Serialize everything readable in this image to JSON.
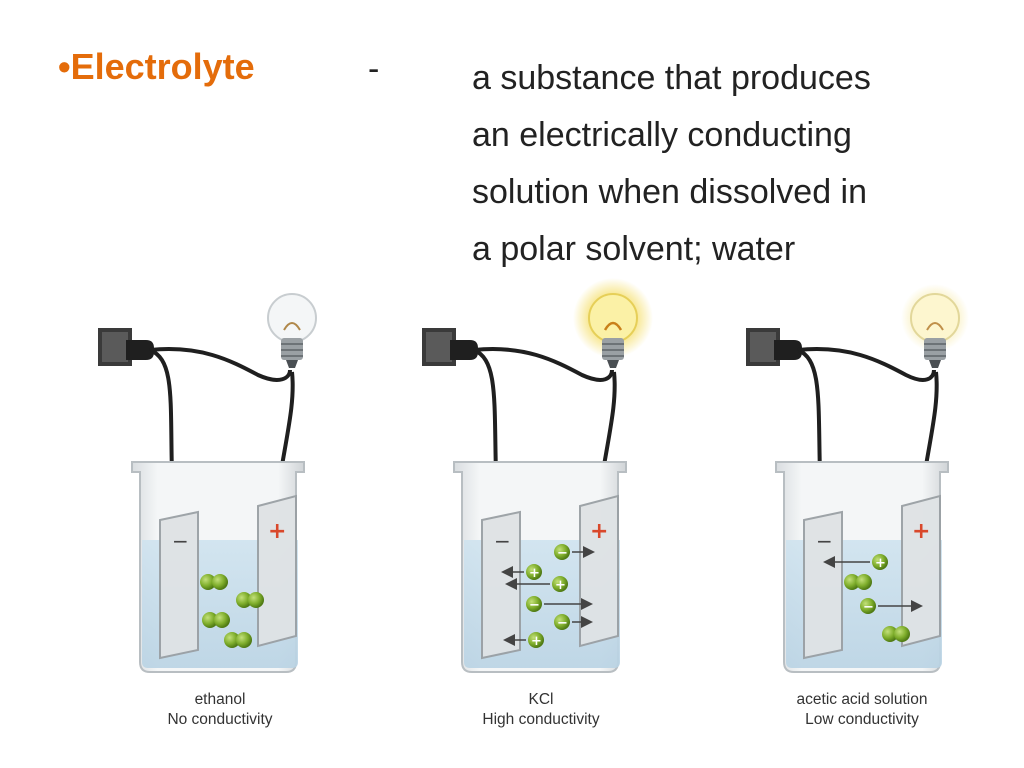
{
  "slide": {
    "bullet": "•",
    "term": "Electrolyte",
    "dash": "-",
    "definition_lines": [
      "a substance that produces",
      "an electrically conducting",
      "solution when dissolved in",
      "a polar solvent; water"
    ]
  },
  "beakers": [
    {
      "solute": "ethanol",
      "conductivity": "No conductivity",
      "bulb": "off"
    },
    {
      "solute": "KCl",
      "conductivity": "High conductivity",
      "bulb": "bright"
    },
    {
      "solute": "acetic acid solution",
      "conductivity": "Low conductivity",
      "bulb": "dim"
    }
  ],
  "electrode_labels": {
    "negative": "−",
    "positive": "+"
  },
  "ion_labels": {
    "cation": "+",
    "anion": "−"
  },
  "colors": {
    "term": "#e46c0a",
    "particle": "#7fae2c",
    "liquid": "#cfe3ef",
    "glow": "#f6e27a"
  }
}
